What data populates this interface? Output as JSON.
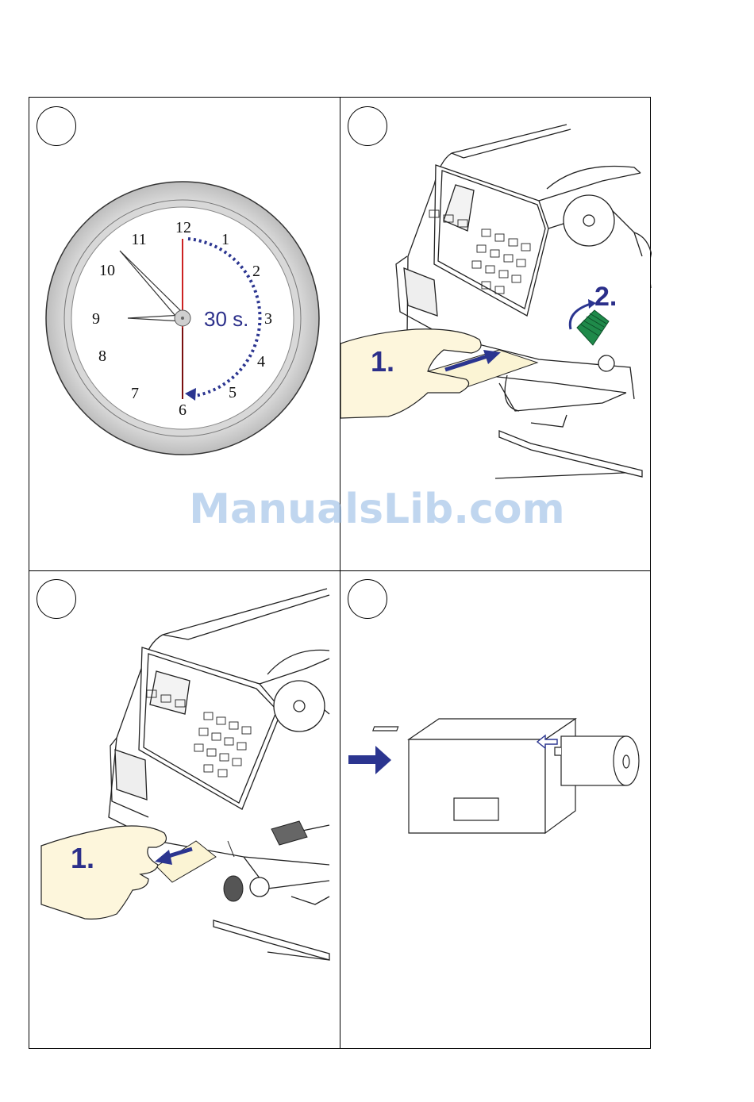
{
  "clock": {
    "numerals": [
      "12",
      "1",
      "2",
      "3",
      "4",
      "5",
      "6",
      "7",
      "8",
      "9",
      "10",
      "11"
    ],
    "label": "30 s.",
    "arc_color": "#2b3590",
    "second_hand_color": "#cc2222"
  },
  "panel2": {
    "step1_label": "1.",
    "step2_label": "2."
  },
  "panel3": {
    "step1_label": "1."
  },
  "watermark": "ManualsLib.com",
  "colors": {
    "accent_blue": "#2b3590",
    "lever_green": "#1f8a4a"
  }
}
